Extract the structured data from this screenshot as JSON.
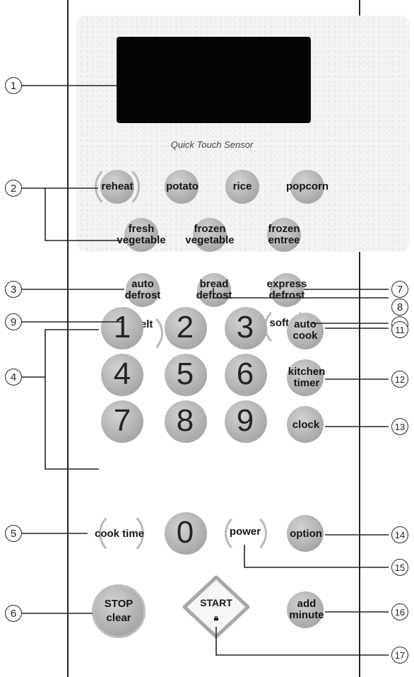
{
  "panel": {
    "sensor_label": "Quick Touch Sensor"
  },
  "buttons": {
    "reheat": "reheat",
    "potato": "potato",
    "rice": "rice",
    "popcorn": "popcorn",
    "fresh_vegetable_1": "fresh",
    "fresh_vegetable_2": "vegetable",
    "frozen_vegetable_1": "frozen",
    "frozen_vegetable_2": "vegetable",
    "frozen_entree_1": "frozen",
    "frozen_entree_2": "entree",
    "auto_defrost_1": "auto",
    "auto_defrost_2": "defrost",
    "bread_defrost_1": "bread",
    "bread_defrost_2": "defrost",
    "express_defrost_1": "express",
    "express_defrost_2": "defrost",
    "melt": "melt",
    "soften": "soften",
    "auto_cook_1": "auto",
    "auto_cook_2": "cook",
    "kitchen_timer_1": "kitchen",
    "kitchen_timer_2": "timer",
    "clock": "clock",
    "cook_time": "cook time",
    "power": "power",
    "option": "option",
    "stop": "STOP",
    "clear": "clear",
    "start": "START",
    "add_minute_1": "add",
    "add_minute_2": "minute"
  },
  "digits": [
    "1",
    "2",
    "3",
    "4",
    "5",
    "6",
    "7",
    "8",
    "9",
    "0"
  ],
  "callouts": [
    "1",
    "2",
    "3",
    "4",
    "5",
    "6",
    "7",
    "8",
    "9",
    "10",
    "11",
    "12",
    "13",
    "14",
    "15",
    "16",
    "17"
  ]
}
